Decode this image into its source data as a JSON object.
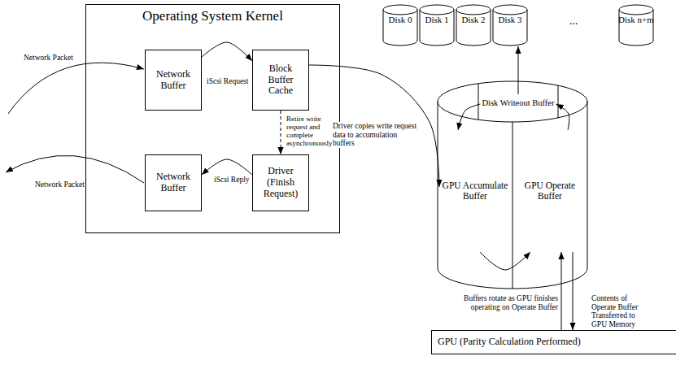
{
  "diagram": {
    "nodes": [
      {
        "text": [
          "Operating System Kernel"
        ]
      },
      {
        "text": [
          "Network Buffer"
        ],
        "in": 0
      },
      {
        "text": [
          "Block Buffer Cache"
        ],
        "in": 0
      },
      {
        "text": [
          "Network Buffer"
        ],
        "in": 0
      },
      {
        "text": [
          "Driver (Finish Request)"
        ],
        "in": 0
      },
      {
        "text": [
          "Disk 0"
        ]
      },
      {
        "text": [
          "Disk 1"
        ]
      },
      {
        "text": [
          "Disk 2"
        ]
      },
      {
        "text": [
          "Disk 3"
        ]
      },
      {
        "text": [
          "Disk n+m"
        ]
      },
      {
        "text": [
          "Disk Writeout Buffer"
        ]
      },
      {
        "text": [
          "GPU Accumulate Buffer"
        ]
      },
      {
        "text": [
          "GPU Operate Buffer"
        ]
      },
      {
        "text": [
          "GPU (Parity Calculation Performed)"
        ]
      }
    ],
    "edges": [
      {
        "from": 1,
        "to": 2,
        "arrow": "to",
        "label": "iScsi Request"
      },
      {
        "from": 2,
        "to": 4,
        "arrow": "to",
        "label": "Retire write request and complete asynchronously"
      },
      {
        "from": 4,
        "to": 3,
        "arrow": "to",
        "label": "iScsi Reply"
      },
      {
        "from": 2,
        "to": 11,
        "arrow": "to",
        "label": "Driver copies write request data to accumulation buffers"
      },
      {
        "from": 10,
        "to": 8,
        "arrow": "to"
      },
      {
        "from": 10,
        "to": 11,
        "arrow": "to"
      },
      {
        "from": 12,
        "to": 10,
        "arrow": "to"
      },
      {
        "from": 11,
        "to": 12,
        "arrow": "to"
      },
      {
        "from": 13,
        "to": 12,
        "arrow": "to",
        "label": "Buffers rotate as GPU finishes operating on Operate Buffer"
      },
      {
        "from": 12,
        "to": 13,
        "arrow": "to",
        "label": "Contents of Operate Buffer Transferred to GPU Memory"
      }
    ],
    "labels": [
      "Network Packet",
      "Network Packet",
      "..."
    ]
  }
}
